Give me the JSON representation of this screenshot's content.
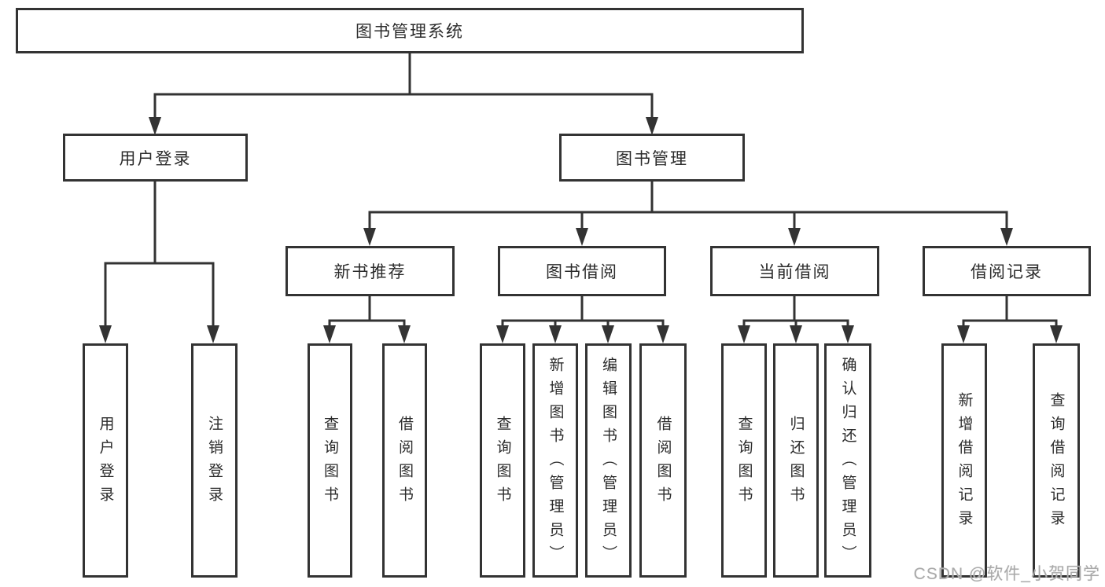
{
  "diagram": {
    "root": {
      "label": "图书管理系统"
    },
    "branches": [
      {
        "label": "用户登录",
        "children": [
          {
            "label": "用户登录"
          },
          {
            "label": "注销登录"
          }
        ]
      },
      {
        "label": "图书管理",
        "children": [
          {
            "label": "新书推荐",
            "children": [
              {
                "label": "查询图书"
              },
              {
                "label": "借阅图书"
              }
            ]
          },
          {
            "label": "图书借阅",
            "children": [
              {
                "label": "查询图书"
              },
              {
                "label": "新增图书（管理员）"
              },
              {
                "label": "编辑图书（管理员）"
              },
              {
                "label": "借阅图书"
              }
            ]
          },
          {
            "label": "当前借阅",
            "children": [
              {
                "label": "查询图书"
              },
              {
                "label": "归还图书"
              },
              {
                "label": "确认归还（管理员）"
              }
            ]
          },
          {
            "label": "借阅记录",
            "children": [
              {
                "label": "新增借阅记录"
              },
              {
                "label": "查询借阅记录"
              }
            ]
          }
        ]
      }
    ]
  },
  "watermark": {
    "text": "CSDN @软件_小贺同学"
  },
  "colors": {
    "line": "#333333",
    "box_border": "#333333",
    "text": "#2b2b2b",
    "background": "#ffffff",
    "watermark": "#aaaaaa"
  }
}
